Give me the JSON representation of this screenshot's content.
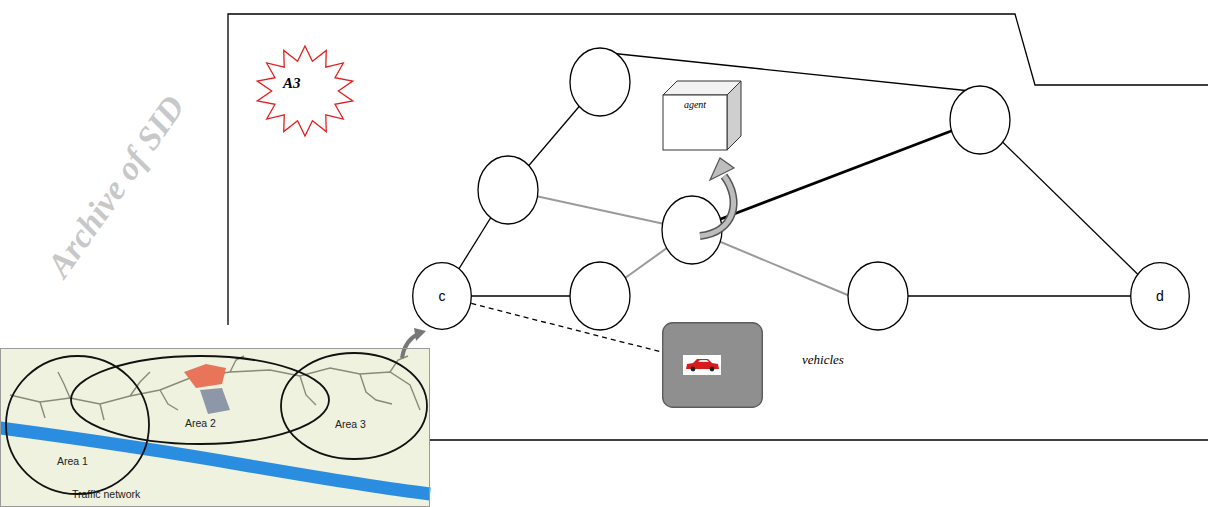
{
  "diagram": {
    "nodes": [
      {
        "text": [
          "A3"
        ]
      },
      {
        "text": [
          "agent"
        ]
      },
      {
        "text": [
          "c"
        ]
      },
      {
        "text": [
          "d"
        ]
      },
      {
        "text": [
          "vehicles"
        ]
      },
      {
        "text": [
          "Traffic network"
        ]
      },
      {
        "text": [
          "Area 1"
        ],
        "in": 5
      },
      {
        "text": [
          "Area 2"
        ],
        "in": 5
      },
      {
        "text": [
          "Area 3"
        ],
        "in": 5
      }
    ],
    "edges": [
      {
        "from": 2,
        "to": 4,
        "arrow": "none"
      }
    ],
    "labels": [
      "Archive of SID"
    ]
  }
}
